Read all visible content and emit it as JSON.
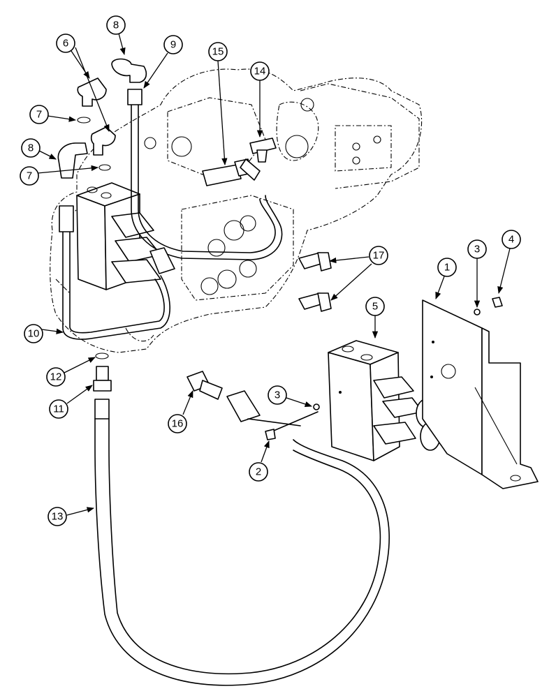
{
  "callouts": {
    "c1": "1",
    "c2": "2",
    "c3a": "3",
    "c3b": "3",
    "c4": "4",
    "c5": "5",
    "c6": "6",
    "c7a": "7",
    "c7b": "7",
    "c8a": "8",
    "c8b": "8",
    "c9": "9",
    "c10": "10",
    "c11": "11",
    "c12": "12",
    "c13": "13",
    "c14": "14",
    "c15": "15",
    "c16": "16",
    "c17": "17"
  }
}
